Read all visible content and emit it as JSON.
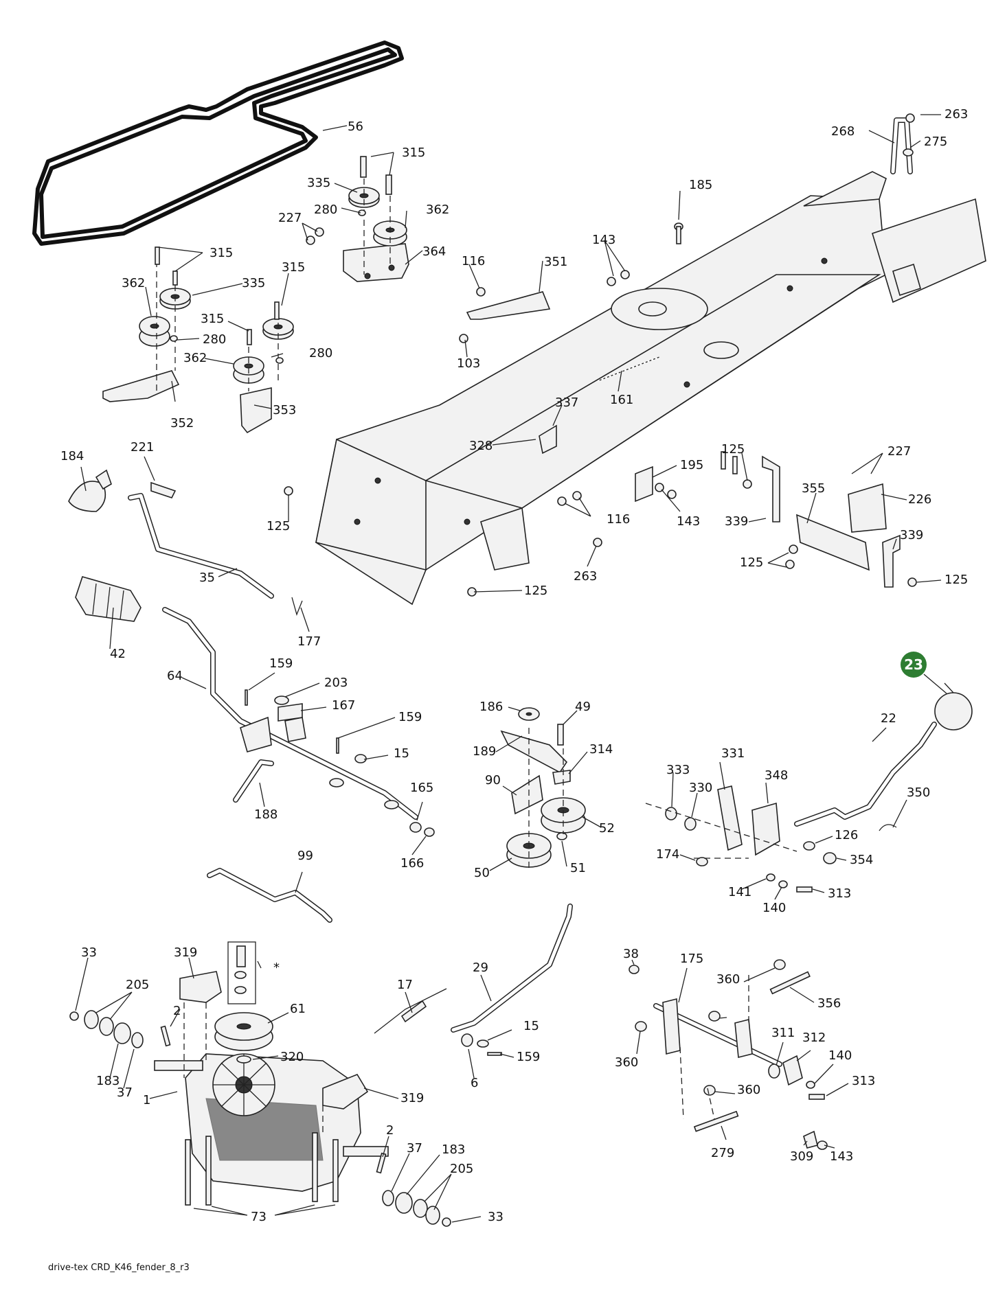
{
  "caption": "drive-tex CRD_K46_fender_8_r3",
  "highlight": {
    "label": "23",
    "color": "#2e7d32",
    "text_color": "#ffffff"
  },
  "labels": {
    "l56": "56",
    "l315a": "315",
    "l335a": "335",
    "l280a": "280",
    "l362a": "362",
    "l227a": "227",
    "l364": "364",
    "l315b": "315",
    "l362b": "362",
    "l335b": "335",
    "l315c": "315",
    "l315d": "315",
    "l280b": "280",
    "l362c": "362",
    "l280c": "280",
    "l352": "352",
    "l353": "353",
    "l268": "268",
    "l263a": "263",
    "l275": "275",
    "l185": "185",
    "l143a": "143",
    "l116a": "116",
    "l351": "351",
    "l103": "103",
    "l161": "161",
    "l337": "337",
    "l328": "328",
    "l125a": "125",
    "l195": "195",
    "l143b": "143",
    "l116b": "116",
    "l263b": "263",
    "l125b": "125",
    "l227b": "227",
    "l355": "355",
    "l226": "226",
    "l339a": "339",
    "l339b": "339",
    "l125c": "125",
    "l125d": "125",
    "l184": "184",
    "l221": "221",
    "l35": "35",
    "l125e": "125",
    "l42": "42",
    "l177": "177",
    "l64": "64",
    "l159a": "159",
    "l203": "203",
    "l167": "167",
    "l159b": "159",
    "l15a": "15",
    "l165": "165",
    "l188": "188",
    "l166": "166",
    "l186": "186",
    "l49": "49",
    "l189": "189",
    "l314": "314",
    "l90": "90",
    "l52": "52",
    "l50": "50",
    "l51": "51",
    "l22": "22",
    "l331": "331",
    "l333": "333",
    "l330": "330",
    "l348": "348",
    "l350": "350",
    "l126": "126",
    "l174": "174",
    "l354": "354",
    "l141": "141",
    "l313a": "313",
    "l140a": "140",
    "l99": "99",
    "l33a": "33",
    "l205a": "205",
    "l319a": "319",
    "lstar": "*",
    "l2a": "2",
    "l61": "61",
    "l183a": "183",
    "l37a": "37",
    "l320": "320",
    "l1": "1",
    "l319b": "319",
    "l17": "17",
    "l29": "29",
    "l15b": "15",
    "l159c": "159",
    "l6": "6",
    "l2b": "2",
    "l37b": "37",
    "l183b": "183",
    "l205b": "205",
    "l73": "73",
    "l33b": "33",
    "l38": "38",
    "l175": "175",
    "l360a": "360",
    "l356": "356",
    "l360b": "360",
    "l311": "311",
    "l312": "312",
    "l140b": "140",
    "l313b": "313",
    "l360c": "360",
    "l279": "279",
    "l309": "309",
    "l143c": "143"
  }
}
